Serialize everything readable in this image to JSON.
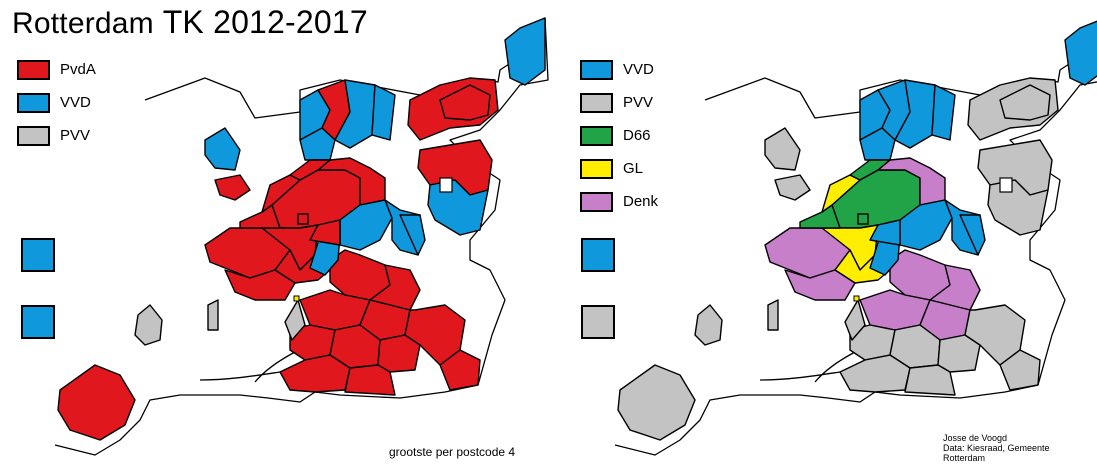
{
  "title_part1": "Rotterdam",
  "title_part2": "TK 2012-2017",
  "colors": {
    "PvdA": "#e0181e",
    "VVD": "#0f99dc",
    "PVV": "#c3c3c3",
    "D66": "#21a347",
    "GL": "#ffee00",
    "Denk": "#c67fc8",
    "outline": "#000000",
    "land": "#ffffff"
  },
  "map_left": {
    "legend": [
      {
        "party": "PvdA",
        "label": "PvdA"
      },
      {
        "party": "VVD",
        "label": "VVD"
      },
      {
        "party": "PVV",
        "label": "PVV"
      }
    ],
    "footnote": "grootste per postcode 4"
  },
  "map_right": {
    "legend": [
      {
        "party": "VVD",
        "label": "VVD"
      },
      {
        "party": "PVV",
        "label": "PVV"
      },
      {
        "party": "D66",
        "label": "D66"
      },
      {
        "party": "GL",
        "label": "GL"
      },
      {
        "party": "Denk",
        "label": "Denk"
      }
    ],
    "credit": [
      "Josse de Voogd",
      "Data: Kiesraad, Gemeente",
      "Rotterdam"
    ]
  }
}
